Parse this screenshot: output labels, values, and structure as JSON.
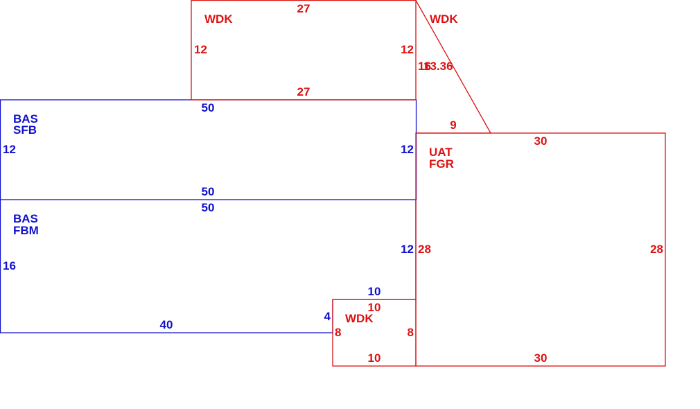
{
  "colors": {
    "blue": "#1111cc",
    "red": "#dd1111",
    "background": "#ffffff"
  },
  "areas": {
    "wdk_top": {
      "label": "WDK",
      "dim_top": "27",
      "dim_left": "12",
      "dim_right": "12",
      "dim_bottom": "27"
    },
    "wdk_diag": {
      "label": "WDK",
      "dim_vertical": "16",
      "dim_diagonal": "13.36",
      "dim_bottom": "9"
    },
    "bas_sfb": {
      "label_line1": "BAS",
      "label_line2": "SFB",
      "dim_top": "50",
      "dim_left": "12",
      "dim_right": "12",
      "dim_bottom": "50"
    },
    "bas_fbm": {
      "label_line1": "BAS",
      "label_line2": "FBM",
      "dim_top": "50",
      "dim_left": "16",
      "dim_right": "12",
      "dim_notch_top": "10",
      "dim_notch_side": "4",
      "dim_bottom": "40"
    },
    "uat_fgr": {
      "label_line1": "UAT",
      "label_line2": "FGR",
      "dim_top": "30",
      "dim_left": "28",
      "dim_right": "28",
      "dim_bottom": "30"
    },
    "wdk_small": {
      "label": "WDK",
      "dim_top": "10",
      "dim_left": "8",
      "dim_right": "8",
      "dim_bottom": "10"
    }
  }
}
